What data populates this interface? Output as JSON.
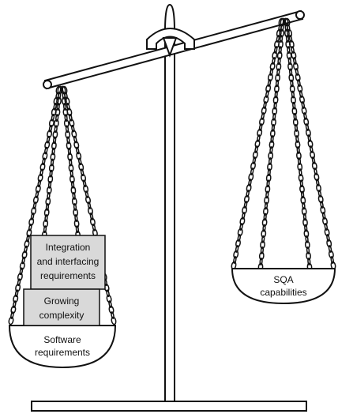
{
  "left_pan": {
    "label_lines": [
      "Software",
      "requirements"
    ],
    "boxes": [
      {
        "lines": [
          "Integration",
          "and interfacing",
          "requirements"
        ]
      },
      {
        "lines": [
          "Growing",
          "complexity"
        ]
      }
    ]
  },
  "right_pan": {
    "label_lines": [
      "SQA",
      "capabilities"
    ]
  },
  "colors": {
    "stroke": "#111111",
    "box_fill": "#d9d9d9",
    "background": "#ffffff"
  }
}
